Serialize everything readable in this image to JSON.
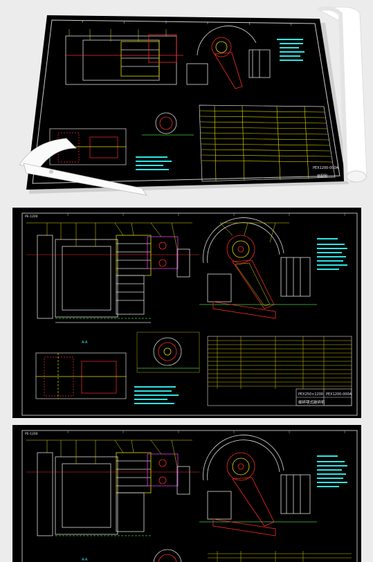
{
  "colors": {
    "page_bg": "#ececec",
    "sheet_bg": "#000000",
    "frame": "#f2f2f2",
    "cad_white": "#dcdcdc",
    "cad_yellow": "#e6e000",
    "cad_red": "#ff2b2b",
    "cad_cyan": "#2ee6e6",
    "cad_green": "#46d13a",
    "cad_magenta": "#e040e0"
  },
  "drawing": {
    "model_small": "PEX250×1200",
    "model_label": "PE×250×1200",
    "code": "PEX1200-000A",
    "name": "细碎颚式破碎机",
    "corner_tag": "PE-1200",
    "view_label": "A-A",
    "assembly_label": "装配图"
  },
  "sheets": [
    {
      "id": "top",
      "kind": "photo_mockup"
    },
    {
      "id": "middle",
      "kind": "flat"
    },
    {
      "id": "bottom",
      "kind": "flat_cropped"
    }
  ]
}
